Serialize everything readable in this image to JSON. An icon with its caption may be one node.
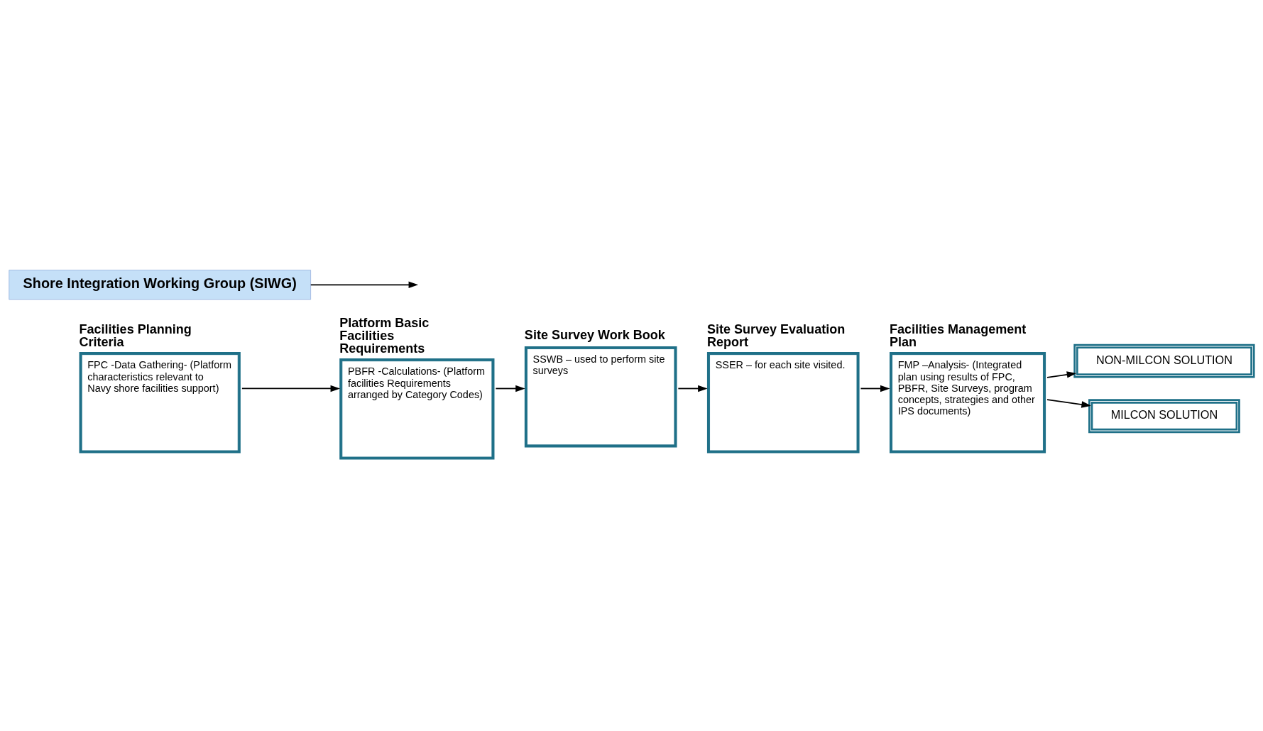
{
  "diagram": {
    "nodes": [
      {
        "text": [
          "Facilities Planning Criteria",
          "FPC -Data Gathering- (Platform characteristics relevant to Navy shore facilities support)"
        ]
      },
      {
        "text": [
          "Platform Basic Facilities Requirements",
          "PBFR -Calculations- (Platform facilities Requirements arranged by Category Codes)"
        ]
      },
      {
        "text": [
          "Site Survey Work Book",
          "SSWB – used to perform site surveys"
        ]
      },
      {
        "text": [
          "Site Survey Evaluation Report",
          "SSER – for each site visited."
        ]
      },
      {
        "text": [
          "Facilities Management Plan",
          "FMP –Analysis- (Integrated plan using results of FPC, PBFR, Site Surveys, program concepts, strategies and other IPS documents)"
        ]
      },
      {
        "text": [
          "NON-MILCON SOLUTION"
        ]
      },
      {
        "text": [
          "MILCON SOLUTION"
        ]
      },
      {
        "text": [
          "Shore Integration Working Group (SIWG)"
        ]
      }
    ],
    "edges": [
      {
        "from": 0,
        "to": 1,
        "arrow": "to"
      },
      {
        "from": 1,
        "to": 2,
        "arrow": "to"
      },
      {
        "from": 2,
        "to": 3,
        "arrow": "to"
      },
      {
        "from": 3,
        "to": 4,
        "arrow": "to"
      },
      {
        "from": 4,
        "to": 5,
        "arrow": "to"
      },
      {
        "from": 4,
        "to": 6,
        "arrow": "to"
      },
      {
        "from": 7,
        "to": null,
        "arrow": "to"
      }
    ]
  }
}
